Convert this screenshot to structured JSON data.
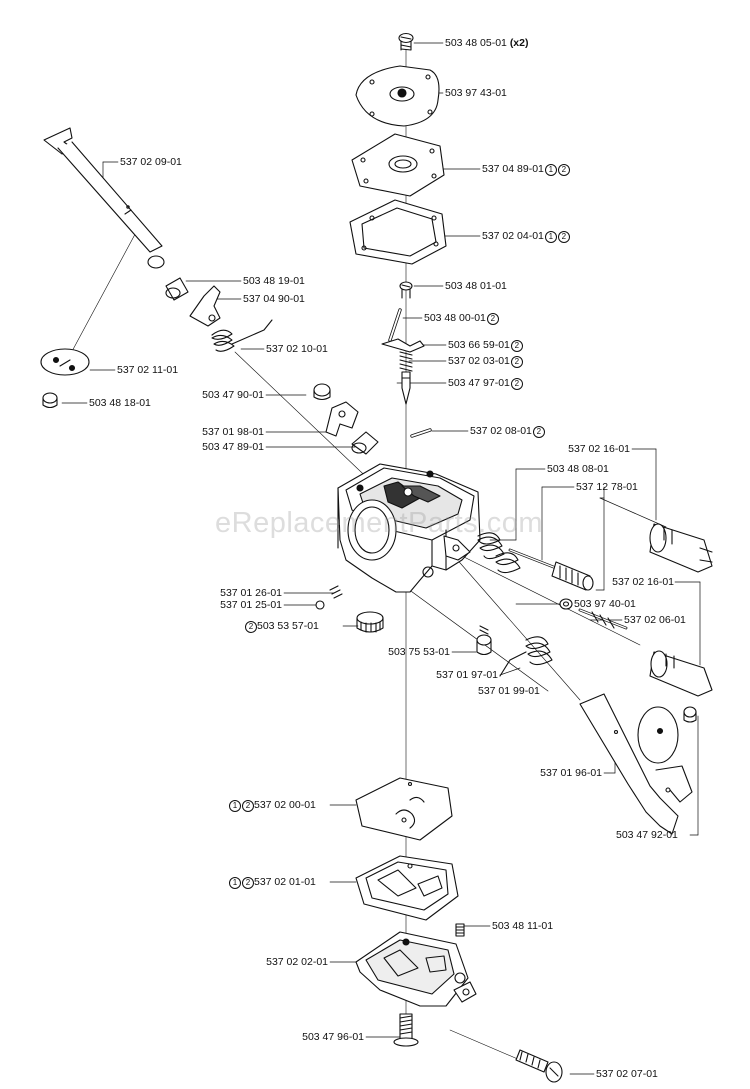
{
  "watermark": "eReplacementParts.com",
  "parts": [
    {
      "id": "p1",
      "number": "503 48 05-01",
      "note": "(x2)"
    },
    {
      "id": "p2",
      "number": "503 97 43-01"
    },
    {
      "id": "p3",
      "number": "537 04 89-01",
      "refs": [
        "1",
        "2"
      ]
    },
    {
      "id": "p4",
      "number": "537 02 04-01",
      "refs": [
        "1",
        "2"
      ]
    },
    {
      "id": "p5",
      "number": "503 48 01-01"
    },
    {
      "id": "p6",
      "number": "503 48 00-01",
      "refs": [
        "2"
      ]
    },
    {
      "id": "p7",
      "number": "503 66 59-01",
      "refs": [
        "2"
      ]
    },
    {
      "id": "p8",
      "number": "537 02 03-01",
      "refs": [
        "2"
      ]
    },
    {
      "id": "p9",
      "number": "503 47 97-01",
      "refs": [
        "2"
      ]
    },
    {
      "id": "p10",
      "number": "537 02 08-01",
      "refs": [
        "2"
      ]
    },
    {
      "id": "p11",
      "number": "537 02 09-01"
    },
    {
      "id": "p12",
      "number": "503 48 19-01"
    },
    {
      "id": "p13",
      "number": "537 04 90-01"
    },
    {
      "id": "p14",
      "number": "537 02 10-01"
    },
    {
      "id": "p15",
      "number": "537 02 11-01"
    },
    {
      "id": "p16",
      "number": "503 48 18-01"
    },
    {
      "id": "p17",
      "number": "503 47 90-01"
    },
    {
      "id": "p18",
      "number": "537 01 98-01"
    },
    {
      "id": "p19",
      "number": "503 47 89-01"
    },
    {
      "id": "p20",
      "number": "537 02 16-01"
    },
    {
      "id": "p21",
      "number": "503 48 08-01"
    },
    {
      "id": "p22",
      "number": "537 12 78-01"
    },
    {
      "id": "p23",
      "number": "537 02 16-01"
    },
    {
      "id": "p24",
      "number": "503 97 40-01"
    },
    {
      "id": "p25",
      "number": "537 02 06-01"
    },
    {
      "id": "p26",
      "number": "537 01 26-01"
    },
    {
      "id": "p27",
      "number": "537 01 25-01"
    },
    {
      "id": "p28",
      "number": "503 53 57-01",
      "refs_before": [
        "2"
      ]
    },
    {
      "id": "p29",
      "number": "503 75 53-01"
    },
    {
      "id": "p30",
      "number": "537 01 97-01"
    },
    {
      "id": "p31",
      "number": "537 01 99-01"
    },
    {
      "id": "p32",
      "number": "537 01 96-01"
    },
    {
      "id": "p33",
      "number": "503 47 92-01"
    },
    {
      "id": "p34",
      "number": "537 02 00-01",
      "refs_before": [
        "1",
        "2"
      ]
    },
    {
      "id": "p35",
      "number": "537 02 01-01",
      "refs_before": [
        "1",
        "2"
      ]
    },
    {
      "id": "p36",
      "number": "503 48 11-01"
    },
    {
      "id": "p37",
      "number": "537 02 02-01"
    },
    {
      "id": "p38",
      "number": "503 47 96-01"
    },
    {
      "id": "p39",
      "number": "537 02 07-01"
    }
  ]
}
